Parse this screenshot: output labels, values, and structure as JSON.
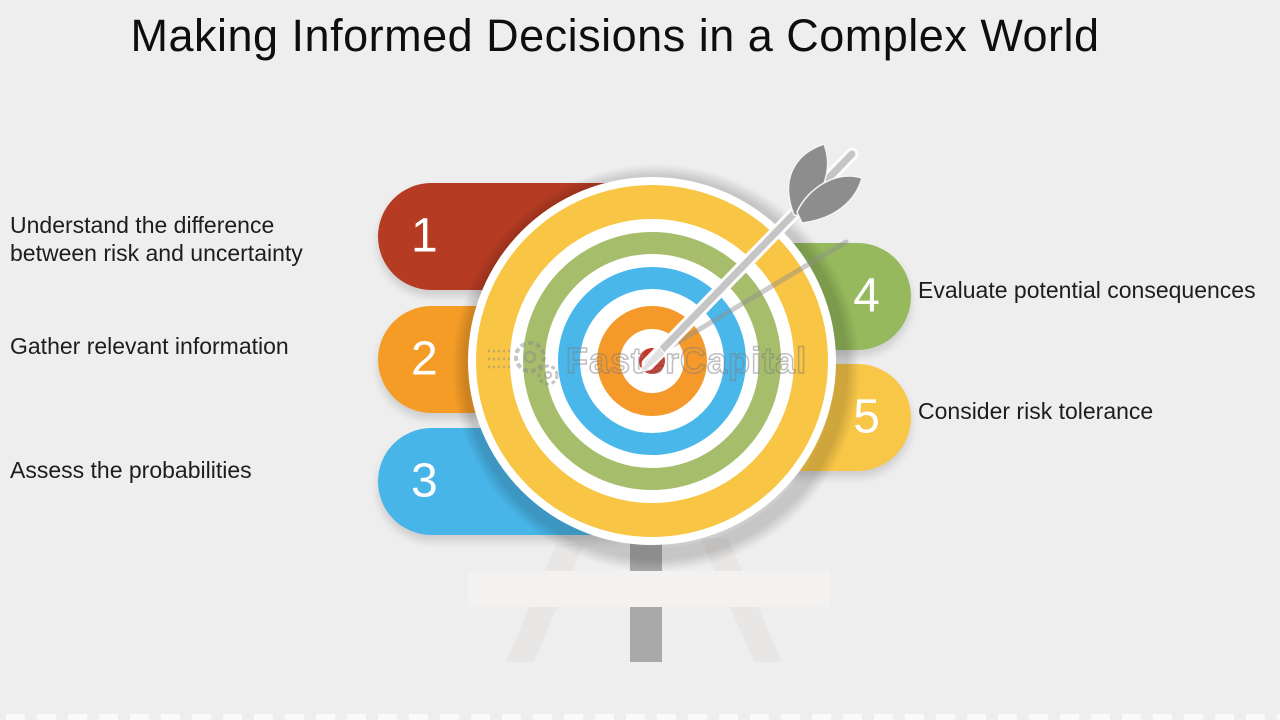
{
  "canvas": {
    "background": "#efeeee"
  },
  "title": "Making Informed Decisions in a Complex World",
  "watermark": {
    "text": "FasterCapital",
    "color": "#8f8f8f"
  },
  "steps": [
    {
      "num": "1",
      "label": "Understand the difference between risk and uncertainty",
      "color": "#b53b22",
      "side": "left"
    },
    {
      "num": "2",
      "label": "Gather relevant information",
      "color": "#f59c26",
      "side": "left"
    },
    {
      "num": "3",
      "label": "Assess the probabilities",
      "color": "#48b5e8",
      "side": "left"
    },
    {
      "num": "4",
      "label": "Evaluate potential consequences",
      "color": "#95b95c",
      "side": "right"
    },
    {
      "num": "5",
      "label": "Consider risk tolerance",
      "color": "#f8c748",
      "side": "right"
    }
  ],
  "target": {
    "rings": [
      {
        "name": "outer-rim",
        "color": "#ffffff"
      },
      {
        "name": "yellow-ring",
        "color": "#f8c544"
      },
      {
        "name": "white-ring-1",
        "color": "#ffffff"
      },
      {
        "name": "green-ring",
        "color": "#a6bd6c"
      },
      {
        "name": "white-ring-2",
        "color": "#ffffff"
      },
      {
        "name": "blue-ring",
        "color": "#4ab7ea"
      },
      {
        "name": "white-ring-3",
        "color": "#ffffff"
      },
      {
        "name": "orange-ring",
        "color": "#f5992b"
      },
      {
        "name": "white-ring-4",
        "color": "#ffffff"
      },
      {
        "name": "bullseye",
        "color": "#c4372a"
      }
    ]
  },
  "arrow": {
    "shaft": "#c5c5c5",
    "fletching": "#8d8d8d",
    "shadow": "#8f8f8f"
  },
  "easel": {
    "legs": "#e8e7e6",
    "post": "#a9a9a9",
    "crossbar": "#f3f2f1"
  }
}
